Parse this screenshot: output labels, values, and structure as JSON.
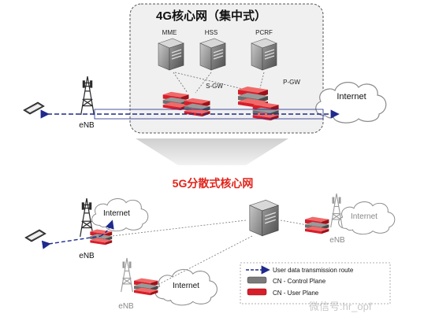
{
  "top_section": {
    "title": "4G核心网（集中式）",
    "labels": {
      "mme": "MME",
      "hss": "HSS",
      "pcrf": "PCRF",
      "sgw": "S-GW",
      "pgw": "P-GW",
      "internet": "Internet",
      "enb": "eNB"
    }
  },
  "bottom_section": {
    "title": "5G分散式核心网",
    "labels": {
      "internet_left": "Internet",
      "internet_right": "Internet",
      "internet_bottom": "Internet",
      "enb_left": "eNB",
      "enb_right": "eNB",
      "enb_bottom": "eNB"
    }
  },
  "legend": {
    "items": [
      {
        "label": "User data transmission route"
      },
      {
        "label": "CN - Control Plane"
      },
      {
        "label": "CN - User Plane"
      }
    ]
  },
  "watermark": "微信号:hr_opf",
  "colors": {
    "route": "#1e2a8c",
    "user_plane": "#d81e2a",
    "control_plane": "#8a8a8a",
    "title_5g": "#e2231a"
  }
}
